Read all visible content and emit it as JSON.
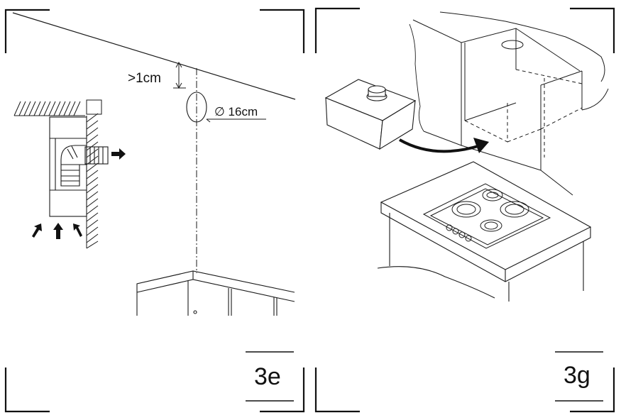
{
  "figures": [
    {
      "id": "3e",
      "label": "3e",
      "dimensions": {
        "clearance_label": ">1cm",
        "duct_diameter_label": "∅ 16cm"
      }
    },
    {
      "id": "3g",
      "label": "3g"
    }
  ],
  "colors": {
    "line": "#1a1a1a",
    "frame": "#111111",
    "background": "#ffffff"
  }
}
